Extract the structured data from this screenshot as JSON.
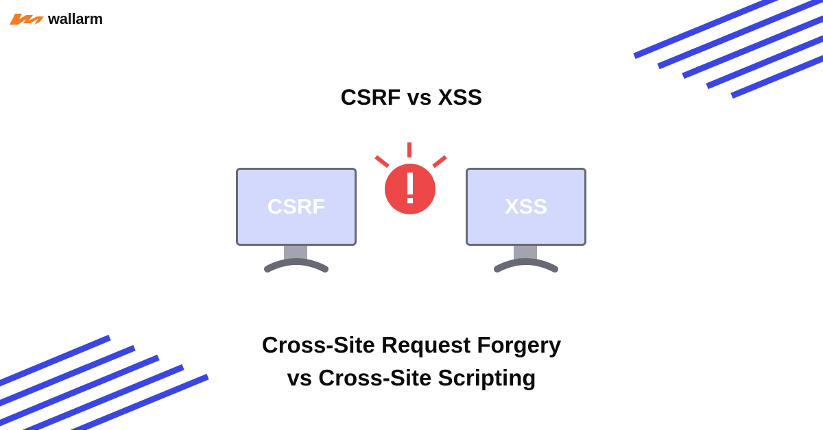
{
  "brand": {
    "name": "wallarm",
    "logo_icon": "wallarm-logo-icon",
    "logo_color": "#f57c1f"
  },
  "title": "CSRF vs XSS",
  "illustration": {
    "left_monitor": {
      "label": "CSRF",
      "icon": "monitor-icon"
    },
    "center_icon": {
      "icon": "alert-exclamation-icon",
      "color": "#ee4747"
    },
    "right_monitor": {
      "label": "XSS",
      "icon": "monitor-icon"
    },
    "screen_color": "#d3d8fd",
    "frame_color": "#676974"
  },
  "subtitle": {
    "line1": "Cross-Site Request Forgery",
    "line2": "vs Cross-Site Scripting"
  },
  "decor": {
    "stripe_color": "#3b45e6",
    "top_right_stripes": 5,
    "bottom_left_stripes": 5
  }
}
